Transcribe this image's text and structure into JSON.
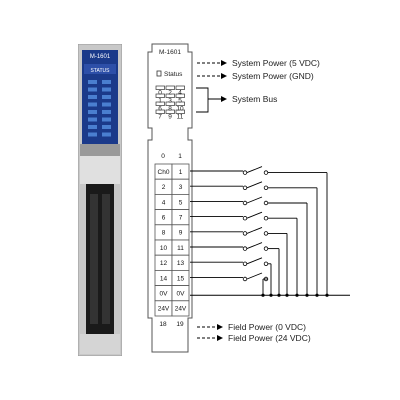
{
  "module": {
    "model": "M-1601",
    "photo_label": "M-1601",
    "status_label": "Status",
    "photo_status": "STATUS"
  },
  "bus_grid": {
    "rows": [
      [
        "0",
        "2",
        "4"
      ],
      [
        "1",
        "3",
        "5"
      ],
      [
        "6",
        "8",
        "10"
      ],
      [
        "7",
        "9",
        "11"
      ]
    ]
  },
  "terminals": {
    "header": [
      "0",
      "1"
    ],
    "rows": [
      [
        "Ch0",
        "1"
      ],
      [
        "2",
        "3"
      ],
      [
        "4",
        "5"
      ],
      [
        "6",
        "7"
      ],
      [
        "8",
        "9"
      ],
      [
        "10",
        "11"
      ],
      [
        "12",
        "13"
      ],
      [
        "14",
        "15"
      ],
      [
        "0V",
        "0V"
      ],
      [
        "24V",
        "24V"
      ]
    ],
    "footer": [
      "18",
      "19"
    ]
  },
  "annotations": {
    "system_power_5v": "System Power (5 VDC)",
    "system_power_gnd": "System Power (GND)",
    "system_bus": "System Bus",
    "field_power_0v": "Field Power (0 VDC)",
    "field_power_24v": "Field Power (24 VDC)"
  },
  "colors": {
    "module_blue": "#1b3a8a",
    "led_blue": "#4a7fd0",
    "line": "#000000",
    "outline": "#555555"
  }
}
